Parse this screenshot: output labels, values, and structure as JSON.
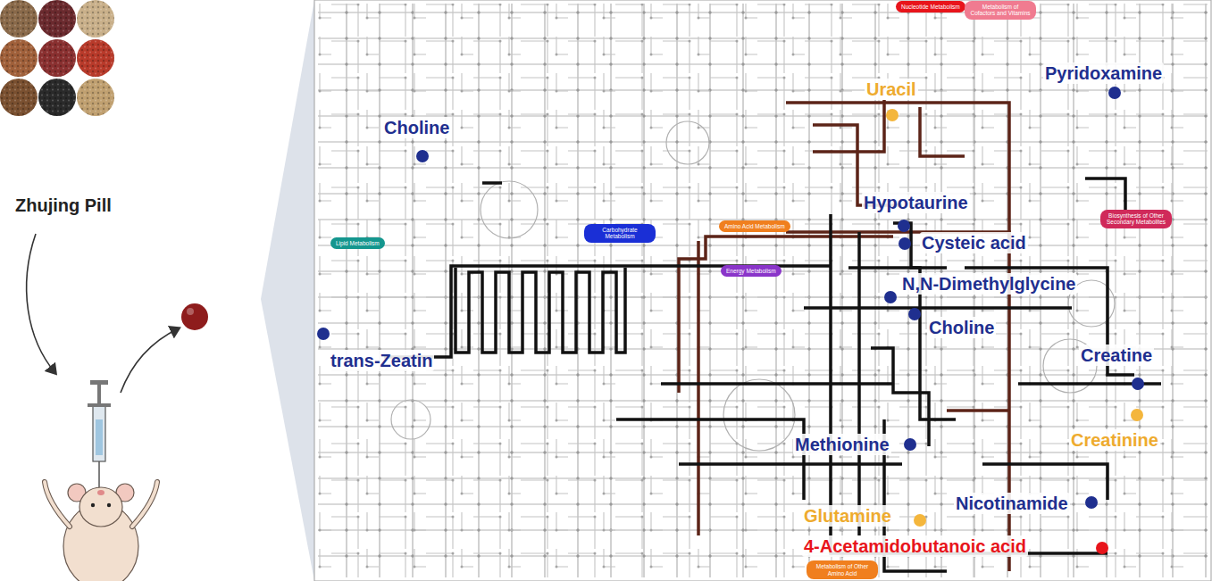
{
  "diagram": {
    "nodes": [
      {
        "text": [
          "Nucleotide Metabolism"
        ]
      },
      {
        "text": [
          "Metabolism of Cofactors and Vitamins"
        ]
      },
      {
        "text": [
          "Lipid Metabolism"
        ]
      },
      {
        "text": [
          "Carbohydrate Metabolism"
        ]
      },
      {
        "text": [
          "Amino Acid Metabolism"
        ]
      },
      {
        "text": [
          "Energy Metabolism"
        ]
      },
      {
        "text": [
          "Biosynthesis of Other Secondary Metabolites"
        ]
      },
      {
        "text": [
          "Metabolism of Other Amino Acid"
        ]
      }
    ],
    "labels": [
      "Zhujing Pill",
      "Uracil",
      "Pyridoxamine",
      "Choline",
      "Hypotaurine",
      "Cysteic acid",
      "N,N-Dimethylglycine",
      "Choline",
      "trans-Zeatin",
      "Creatine",
      "Creatinine",
      "Methionine",
      "Glutamine",
      "Nicotinamide",
      "4-Acetamidobutanoic acid"
    ]
  }
}
